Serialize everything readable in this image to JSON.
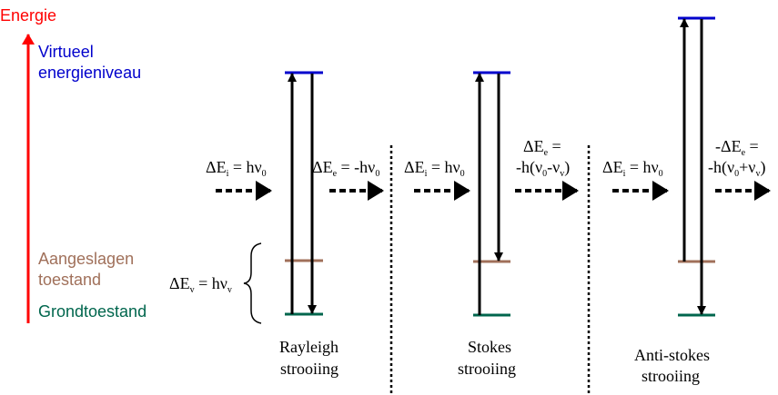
{
  "axis": {
    "label": "Energie",
    "color": "#ff0000"
  },
  "levels": {
    "virtual": {
      "line1": "Virtueel",
      "line2": "energieniveau",
      "color": "#0000cc"
    },
    "excited": {
      "line1": "Aangeslagen",
      "line2": "toestand",
      "color": "#a0705a"
    },
    "ground": {
      "label": "Grondtoestand",
      "color": "#00664d"
    }
  },
  "vibrational_gap": {
    "main": "ΔE",
    "sub": "v",
    "eq": " = hν",
    "sub2": "v"
  },
  "rayleigh": {
    "incident": {
      "main": "ΔE",
      "sub": "i",
      "eq": " = hν",
      "sub2": "0"
    },
    "emitted": {
      "main": "ΔE",
      "sub": "e",
      "eq": " = -hν",
      "sub2": "0"
    },
    "caption1": "Rayleigh",
    "caption2": "strooiing"
  },
  "stokes": {
    "incident": {
      "main": "ΔE",
      "sub": "i",
      "eq": " = hν",
      "sub2": "0"
    },
    "emitted": {
      "line1_main": "ΔE",
      "line1_sub": "e",
      "line1_eq": " =",
      "l2a": "-h(ν",
      "l2s1": "0",
      "l2b": "-ν",
      "l2s2": "v",
      "l2c": ")"
    },
    "caption1": "Stokes",
    "caption2": "strooiing"
  },
  "antistokes": {
    "incident": {
      "main": "ΔE",
      "sub": "i",
      "eq": " = hν",
      "sub2": "0"
    },
    "emitted": {
      "line1_main": "-ΔE",
      "line1_sub": "e",
      "line1_eq": " =",
      "l2a": "-h(ν",
      "l2s1": "0",
      "l2b": "+ν",
      "l2s2": "v",
      "l2c": ")"
    },
    "caption1": "Anti-stokes",
    "caption2": "strooiing"
  }
}
